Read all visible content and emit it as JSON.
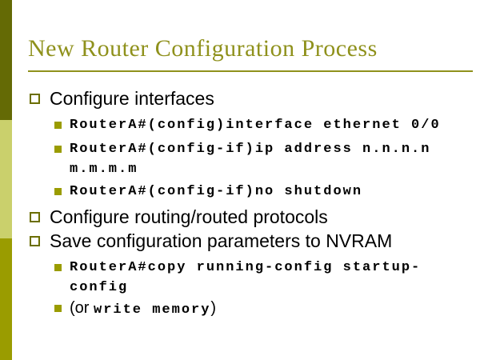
{
  "slide": {
    "title": "New Router Configuration Process",
    "colors": {
      "accent_dark": "#646A05",
      "accent_light": "#CAD06C",
      "accent_olive": "#9A9C00",
      "title_text": "#8F911C",
      "body_text": "#000000",
      "l1_bullet_border": "#6B6E00",
      "l2_bullet_fill": "#9A9C00"
    },
    "bullets": [
      {
        "label": "Configure interfaces",
        "sub": [
          {
            "lines": [
              "RouterA#(config)interface ethernet 0/0"
            ]
          },
          {
            "lines": [
              "RouterA#(config-if)ip address n.n.n.n",
              "m.m.m.m"
            ]
          },
          {
            "lines": [
              "RouterA#(config-if)no shutdown"
            ]
          }
        ]
      },
      {
        "label": "Configure routing/routed protocols"
      },
      {
        "label": "Save configuration parameters to NVRAM",
        "sub": [
          {
            "lines": [
              "RouterA#copy running-config startup-",
              "config"
            ]
          },
          {
            "prefix": "(or ",
            "code": "write memory",
            "suffix": ")"
          }
        ]
      }
    ]
  }
}
